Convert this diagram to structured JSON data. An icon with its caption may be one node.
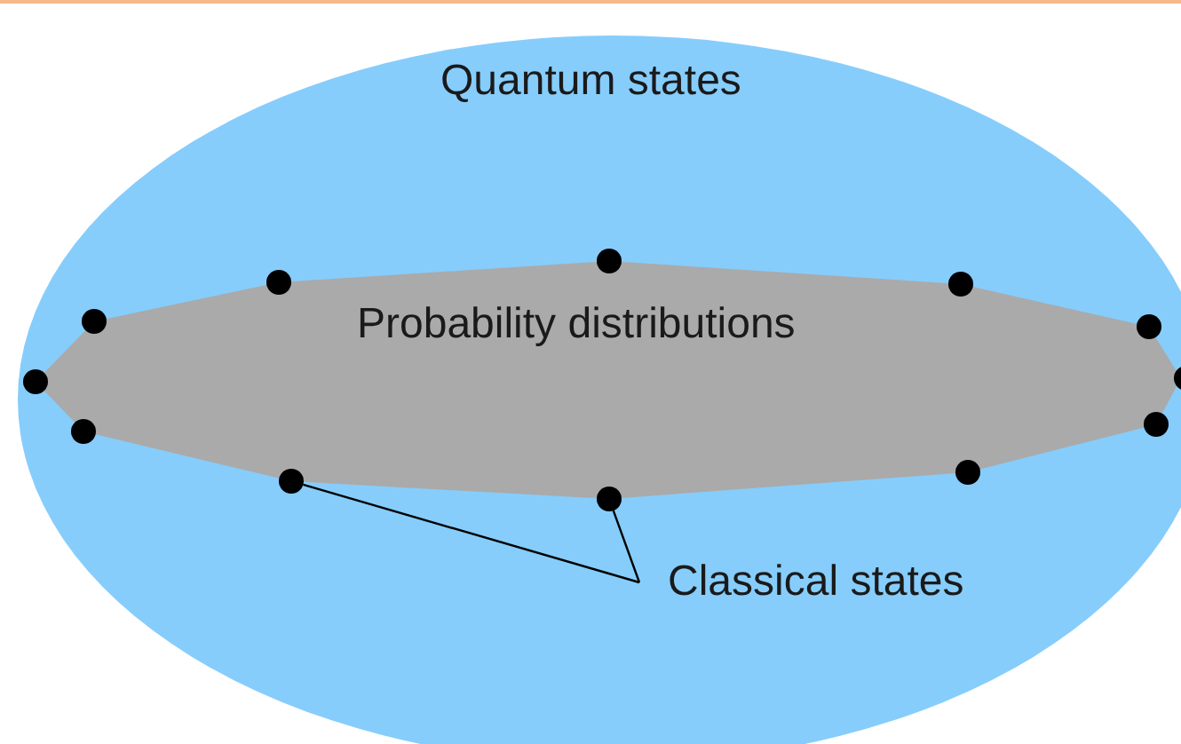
{
  "diagram": {
    "nodes": [
      {
        "text": [
          "Quantum states"
        ]
      },
      {
        "text": [
          "Probability distributions"
        ],
        "in": 0
      },
      {
        "text": [
          "Classical states"
        ],
        "in": 0
      },
      {
        "text": [],
        "shape": "circle",
        "in": 0
      },
      {
        "text": [],
        "shape": "circle",
        "in": 0
      }
    ],
    "edges": [
      {
        "from": 2,
        "to": 3,
        "arrow": "none"
      },
      {
        "from": 2,
        "to": 4,
        "arrow": "none"
      }
    ]
  }
}
